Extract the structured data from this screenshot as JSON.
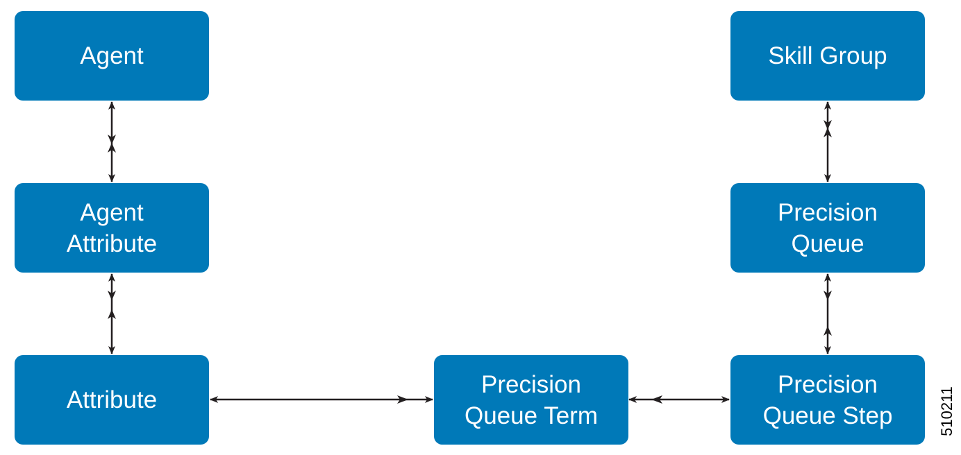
{
  "nodes": {
    "agent": {
      "lines": [
        "Agent"
      ]
    },
    "agent_attribute": {
      "lines": [
        "Agent",
        "Attribute"
      ]
    },
    "attribute": {
      "lines": [
        "Attribute"
      ]
    },
    "skill_group": {
      "lines": [
        "Skill Group"
      ]
    },
    "precision_queue": {
      "lines": [
        "Precision",
        "Queue"
      ]
    },
    "precision_queue_step": {
      "lines": [
        "Precision",
        "Queue Step"
      ]
    },
    "precision_queue_term": {
      "lines": [
        "Precision",
        "Queue Term"
      ]
    }
  },
  "figure_id": "510211",
  "colors": {
    "node_fill": "#0079b8",
    "node_text": "#ffffff",
    "connector": "#231f20"
  }
}
